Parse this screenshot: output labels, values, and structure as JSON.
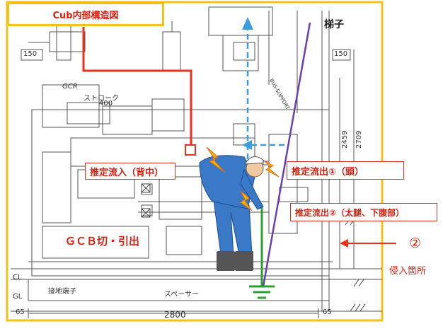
{
  "title": "Cub内部構造図",
  "labels": {
    "ladder": "梯子",
    "inflow_back": "推定流入（背中）",
    "outflow_head": "推定流出①（頭）",
    "outflow_legs": "推定流出②（太腿、下腹部）",
    "gcb": "ＧＣＢ切・引出",
    "entry_num": "②",
    "entry_text": "侵入箇所"
  },
  "drawing_text": {
    "gcr": "GCR",
    "stroke": "ストローク",
    "stroke_val": "400",
    "dim_150_left": "150",
    "dim_150_right": "150",
    "dim_2800": "2800",
    "dim_65_left": "65",
    "dim_65_right": "65",
    "dim_2459": "2459",
    "dim_2709": "2709",
    "cl": "CL",
    "gl": "GL",
    "bus": "BUS-SUPPORT",
    "earth": "接地端子",
    "spacer": "スペーサー"
  },
  "colors": {
    "frame": "#f2c21b",
    "title_box": "#f2c21b",
    "title_text": "#e02010",
    "red_path": "#e8321e",
    "blue_path": "#3c9ee0",
    "ladder": "#6a3fb0",
    "ground": "#2aa030",
    "worker": "#3a78c8",
    "spark": "#f2b400"
  },
  "icons": [
    "lightning-spark-icon",
    "ground-symbol-icon",
    "arrow-left-icon",
    "worker-figure"
  ]
}
